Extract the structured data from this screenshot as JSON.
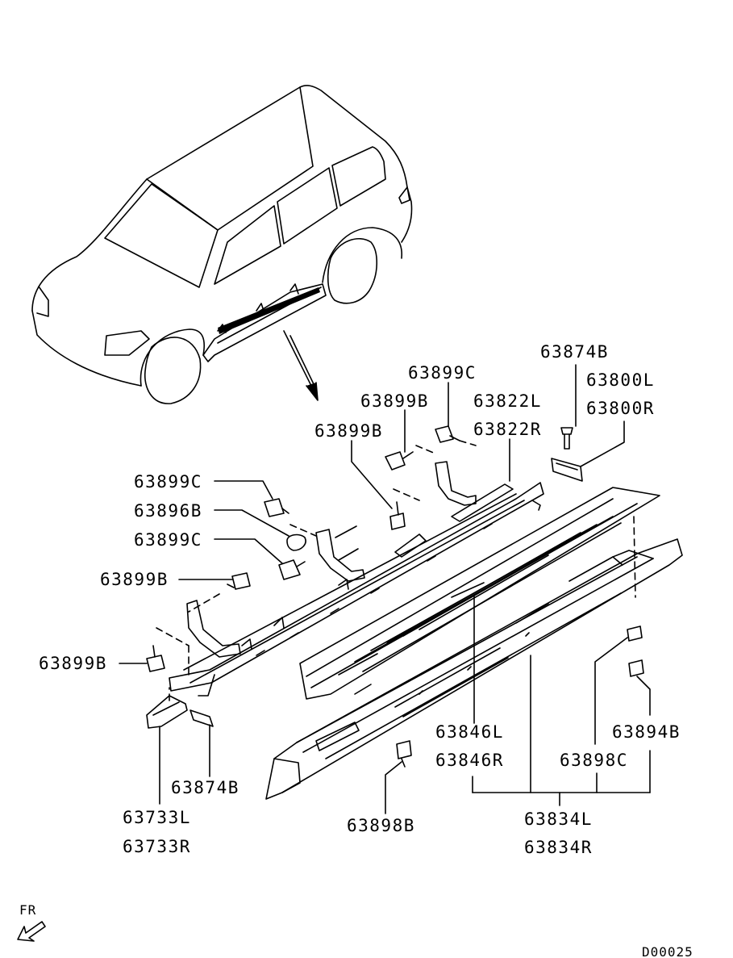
{
  "labels": {
    "p63874B_top": "63874B",
    "p63800L": "63800L",
    "p63800R": "63800R",
    "p63899C_top": "63899C",
    "p63899B_top": "63899B",
    "p63822L": "63822L",
    "p63822R": "63822R",
    "p63899B_mid": "63899B",
    "p63899C_a": "63899C",
    "p63896B": "63896B",
    "p63899C_b": "63899C",
    "p63899B_left": "63899B",
    "p63899B_low": "63899B",
    "p63846L": "63846L",
    "p63846R": "63846R",
    "p63894B": "63894B",
    "p63898C": "63898C",
    "p63874B_bottom": "63874B",
    "p63733L": "63733L",
    "p63733R": "63733R",
    "p63898B": "63898B",
    "p63834L": "63834L",
    "p63834R": "63834R"
  },
  "direction_marker": "FR",
  "diagram_code": "D00025"
}
